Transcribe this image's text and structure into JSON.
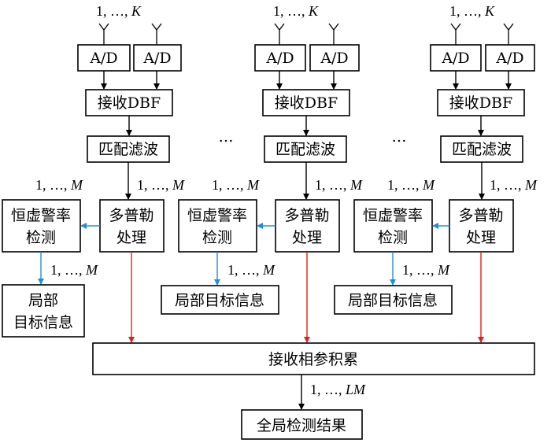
{
  "channels": [
    {
      "antenna_label": "1, …, ",
      "antenna_label_var": "K",
      "ad_left": "A/D",
      "ad_right": "A/D",
      "dbf": "接收DBF",
      "matched_filter": "匹配滤波",
      "mf_label": "1, …, ",
      "mf_label_var": "M",
      "cfar_line1": "恒虚警率",
      "cfar_line2": "检测",
      "cfar_in_label": "1, …, ",
      "cfar_in_label_var": "M",
      "doppler_line1": "多普勒",
      "doppler_line2": "处理",
      "cfar_out_label": "1, …, ",
      "cfar_out_label_var": "M",
      "local_line1": "局部",
      "local_line2": "目标信息"
    },
    {
      "antenna_label": "1, …, ",
      "antenna_label_var": "K",
      "ad_left": "A/D",
      "ad_right": "A/D",
      "dbf": "接收DBF",
      "matched_filter": "匹配滤波",
      "mf_label": "1, …, ",
      "mf_label_var": "M",
      "cfar_line1": "恒虚警率",
      "cfar_line2": "检测",
      "cfar_in_label": "1, …, ",
      "cfar_in_label_var": "M",
      "doppler_line1": "多普勒",
      "doppler_line2": "处理",
      "cfar_out_label": "1, …, ",
      "cfar_out_label_var": "M",
      "local_line1": "局部目标信息",
      "local_line2": ""
    },
    {
      "antenna_label": "1, …, ",
      "antenna_label_var": "K",
      "ad_left": "A/D",
      "ad_right": "A/D",
      "dbf": "接收DBF",
      "matched_filter": "匹配滤波",
      "mf_label": "1, …, ",
      "mf_label_var": "M",
      "cfar_line1": "恒虚警率",
      "cfar_line2": "检测",
      "cfar_in_label": "1, …, ",
      "cfar_in_label_var": "M",
      "doppler_line1": "多普勒",
      "doppler_line2": "处理",
      "cfar_out_label": "1, …, ",
      "cfar_out_label_var": "M",
      "local_line1": "局部目标信息",
      "local_line2": ""
    }
  ],
  "ellipsis": "…",
  "coherent_accumulation": "接收相参积累",
  "final_label": "1, …, ",
  "final_label_var": "LM",
  "global_result": "全局检测结果",
  "colors": {
    "cfar_arrow": "#1e90d6",
    "accumulation_arrow": "#e0201b",
    "line": "#000000"
  }
}
